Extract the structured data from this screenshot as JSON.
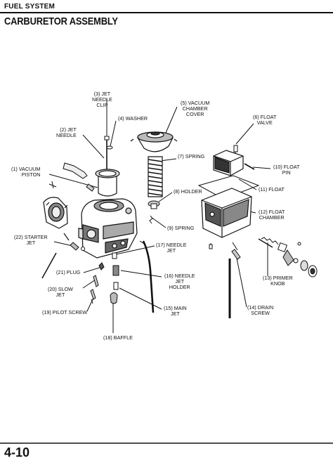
{
  "header": {
    "section": "FUEL SYSTEM",
    "title": "CARBURETOR ASSEMBLY"
  },
  "footer": {
    "page_number": "4-10"
  },
  "parts": {
    "p1": "(1) VACUUM\nPISTON",
    "p2": "(2) JET\nNEEDLE",
    "p3": "(3) JET\nNEEDLE\nCLIP",
    "p4": "(4) WASHER",
    "p5": "(5) VACUUM\nCHAMBER\nCOVER",
    "p6": "(6) FLOAT\nVALVE",
    "p7": "(7) SPRING",
    "p8": "(8) HOLDER",
    "p9": "(9) SPRING",
    "p10": "(10) FLOAT\nPIN",
    "p11": "(11) FLOAT",
    "p12": "(12) FLOAT\nCHAMBER",
    "p13": "(13) PRIMER\nKNOB",
    "p14": "(14) DRAIN\nSCREW",
    "p15": "(15) MAIN\nJET",
    "p16": "(16) NEEDLE\nJET\nHOLDER",
    "p17": "(17) NEEDLE\nJET",
    "p18": "(18) BAFFLE",
    "p19": "(19) PILOT SCREW",
    "p20": "(20) SLOW\nJET",
    "p21": "(21) PLUG",
    "p22": "(22) STARTER\nJET"
  }
}
